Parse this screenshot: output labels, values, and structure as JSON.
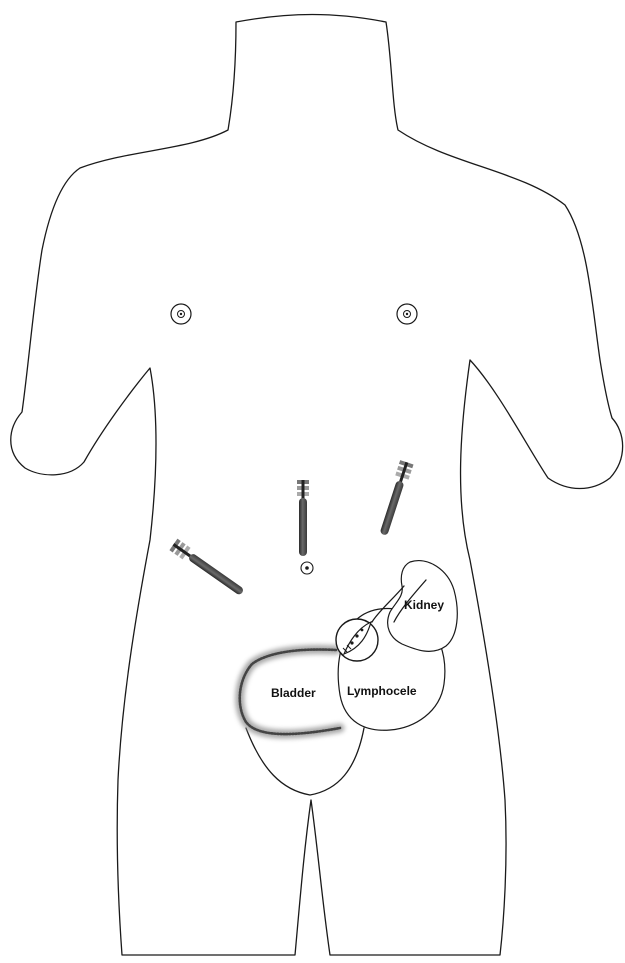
{
  "figure": {
    "labels": {
      "kidney": "Kidney",
      "bladder": "Bladder",
      "lymphocele": "Lymphocele"
    },
    "colors": {
      "outline": "#1a1a1a",
      "background": "#ffffff",
      "trocar_shaft": "#555555",
      "bladder_glow": "#9a9a9a"
    },
    "icons": [
      "body-outline",
      "nipple-icon",
      "navel-icon",
      "trocar-icon",
      "kidney-organ",
      "bladder-organ",
      "lymphocele-organ",
      "window-opening-icon"
    ]
  }
}
